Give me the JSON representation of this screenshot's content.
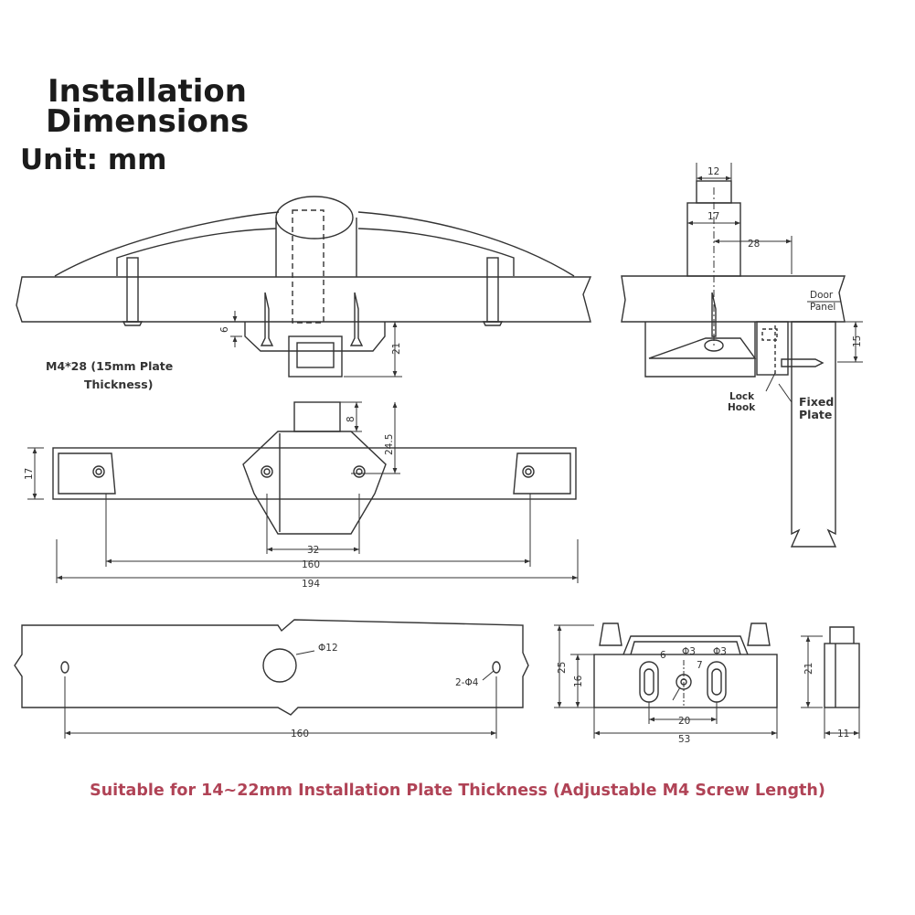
{
  "title_line1": "Installation",
  "title_line2": "Dimensions",
  "unit": "Unit: mm",
  "callouts": {
    "screw_line1": "M4*28 (15mm Plate",
    "screw_line2": "Thickness)",
    "door_panel_line1": "Door",
    "door_panel_line2": "Panel",
    "lock_hook_line1": "Lock",
    "lock_hook_line2": "Hook",
    "fixed_plate_line1": "Fixed",
    "fixed_plate_line2": "Plate"
  },
  "dimensions": {
    "d6_top": "6",
    "d21_front": "21",
    "d12_side": "12",
    "d17_side": "17",
    "d28_side": "28",
    "d15_side": "15",
    "d8": "8",
    "d24_5": "24.5",
    "d17_plan": "17",
    "d32": "32",
    "d160_plan": "160",
    "d194": "194",
    "phi12": "Φ12",
    "two_phi4": "2-Φ4",
    "d160_template": "160",
    "d6_hook": "6",
    "phi3_a": "Φ3",
    "phi3_b": "Φ3",
    "d7": "7",
    "d25": "25",
    "d16": "16",
    "d20": "20",
    "d53": "53",
    "d21_hook_side": "21",
    "d11": "11"
  },
  "note": "Suitable for 14~22mm Installation Plate Thickness (Adjustable M4 Screw Length)",
  "colors": {
    "line": "#333333",
    "note": "#b04356",
    "title": "#1b1b1b"
  }
}
